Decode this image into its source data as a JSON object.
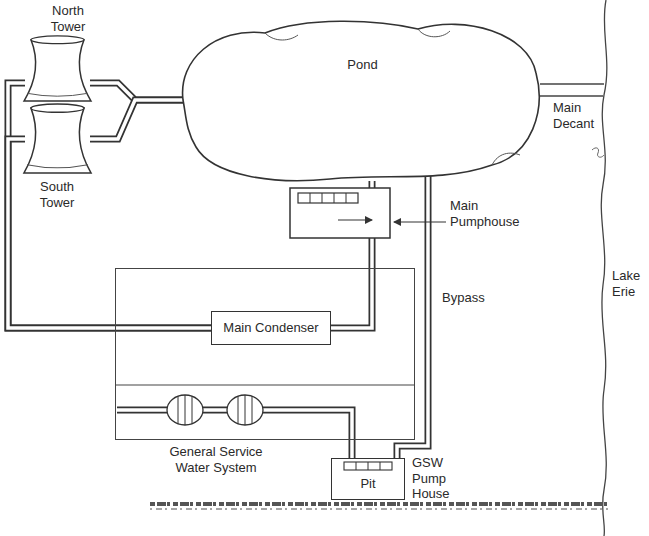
{
  "diagram": {
    "nodes": [
      {
        "text": [
          "North Tower"
        ]
      },
      {
        "text": [
          "South Tower"
        ]
      },
      {
        "text": [
          "Pond"
        ]
      },
      {
        "text": [
          "General Service Water System"
        ]
      },
      {
        "text": [
          "Main Condenser"
        ],
        "in": 3
      },
      {
        "text": [
          "Pit"
        ]
      }
    ],
    "edges": [
      {
        "from": 2,
        "to": 0,
        "arrow": "none"
      },
      {
        "from": 2,
        "to": 1,
        "arrow": "none"
      },
      {
        "from": 0,
        "to": 4,
        "arrow": "none"
      },
      {
        "from": 1,
        "to": 4,
        "arrow": "none"
      },
      {
        "from": 4,
        "to": 2,
        "arrow": "none"
      },
      {
        "from": 5,
        "to": 3,
        "arrow": "none"
      },
      {
        "from": 5,
        "to": 2,
        "arrow": "none"
      }
    ],
    "labels": [
      "Main Decant",
      "Main Pumphouse",
      "Bypass",
      "Lake Erie",
      "GSW Pump House"
    ]
  }
}
